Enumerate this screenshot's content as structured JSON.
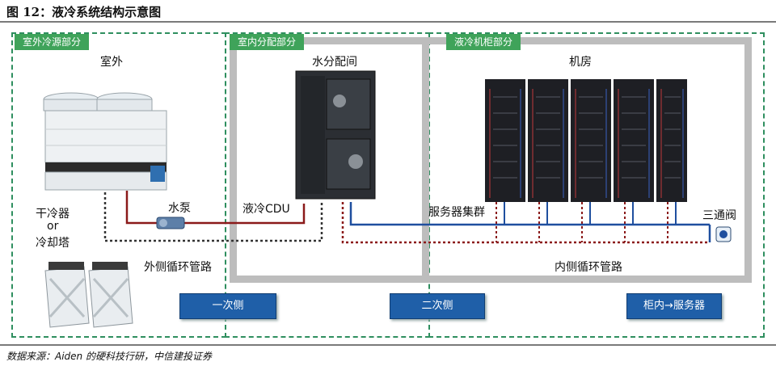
{
  "figure": {
    "title": "图 12：液冷系统结构示意图",
    "source": "数据来源：Aiden 的硬科技行研，中信建投证券"
  },
  "zones": {
    "outdoor_tag": "室外冷源部分",
    "indoor_tag": "室内分配部分",
    "cabinet_tag": "液冷机柜部分"
  },
  "labels": {
    "outdoor": "室外",
    "water_room": "水分配间",
    "machine_room": "机房",
    "dry_cooler": "干冷器",
    "or": "or",
    "cooling_tower": "冷却塔",
    "pump": "水泵",
    "cdu": "液冷CDU",
    "server_cluster": "服务器集群",
    "three_way_valve": "三通阀",
    "outer_loop": "外侧循环管路",
    "inner_loop": "内侧循环管路"
  },
  "buttons": {
    "primary": "一次侧",
    "secondary": "二次侧",
    "in_cabinet": "柜内→服务器"
  },
  "colors": {
    "zone_border": "#2f8f5f",
    "tag_bg": "#3fa35a",
    "outer_pipe": "#8b1a1a",
    "inner_pipe": "#1f4f9f",
    "button_bg": "#1f5fa8"
  }
}
